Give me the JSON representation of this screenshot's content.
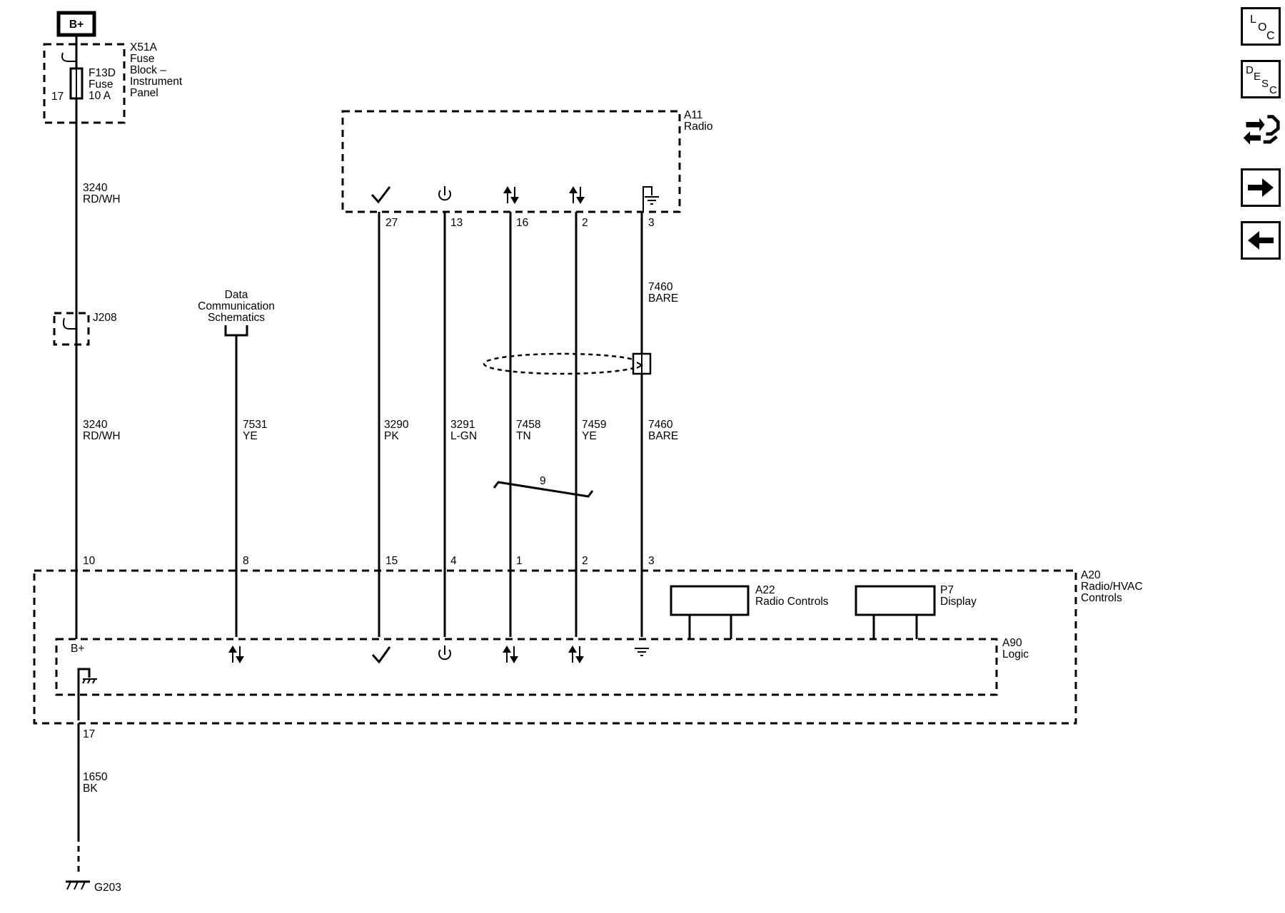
{
  "supply": {
    "label": "B+"
  },
  "fuse_block": {
    "ref": "X51A",
    "name_lines": [
      "Fuse",
      "Block –",
      "Instrument",
      "Panel"
    ],
    "fuse_ref": "F13D",
    "fuse_word": "Fuse",
    "fuse_rating": "10 A",
    "pin": "17"
  },
  "radio": {
    "ref": "A11",
    "name": "Radio",
    "pins": [
      "27",
      "13",
      "16",
      "2",
      "3"
    ]
  },
  "splice": {
    "ref": "J208"
  },
  "wires": {
    "top_supply": {
      "circuit": "3240",
      "color": "RD/WH"
    },
    "lower_supply": {
      "circuit": "3240",
      "color": "RD/WH"
    },
    "data": {
      "circuit": "7531",
      "color": "YE"
    },
    "pk": {
      "circuit": "3290",
      "color": "PK"
    },
    "lgn": {
      "circuit": "3291",
      "color": "L-GN"
    },
    "tn": {
      "circuit": "7458",
      "color": "TN"
    },
    "ye": {
      "circuit": "7459",
      "color": "YE"
    },
    "bare_top": {
      "circuit": "7460",
      "color": "BARE"
    },
    "bare_bottom": {
      "circuit": "7460",
      "color": "BARE"
    },
    "ground": {
      "circuit": "1650",
      "color": "BK"
    }
  },
  "data_comm": {
    "lines": [
      "Data",
      "Communication",
      "Schematics"
    ]
  },
  "twist_label": "9",
  "hvac": {
    "ref": "A20",
    "name_lines": [
      "Radio/HVAC",
      "Controls"
    ],
    "pins": [
      "10",
      "8",
      "15",
      "4",
      "1",
      "2",
      "3"
    ],
    "radio_controls": {
      "ref": "A22",
      "name": "Radio Controls"
    },
    "display": {
      "ref": "P7",
      "name": "Display"
    }
  },
  "logic": {
    "ref": "A90",
    "name": "Logic",
    "bplus": "B+",
    "ground_pin": "17"
  },
  "ground_point": {
    "ref": "G203"
  },
  "nav": {
    "loc": {
      "letters": [
        "L",
        "O",
        "C"
      ]
    },
    "desc": {
      "letters": [
        "D",
        "E",
        "S",
        "C"
      ]
    },
    "icons": [
      "loc-icon",
      "desc-icon",
      "connector-icon",
      "next-arrow-icon",
      "back-arrow-icon"
    ]
  }
}
